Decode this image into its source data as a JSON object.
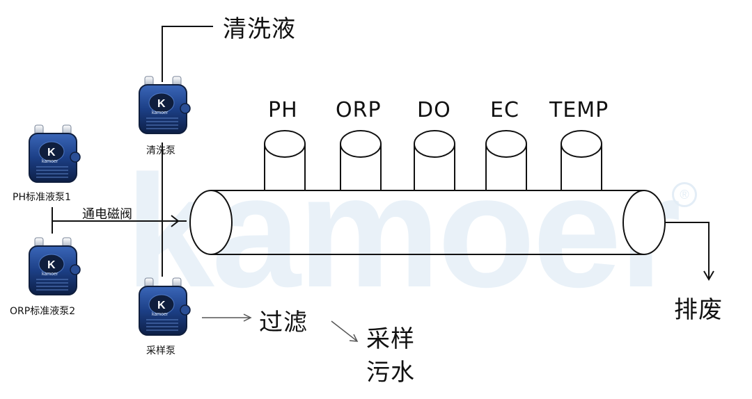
{
  "watermark": {
    "brand": "kamoer",
    "registered": "®"
  },
  "pumps": [
    {
      "id": "clean",
      "label": "清洗泵",
      "logo": "kamoer"
    },
    {
      "id": "ph",
      "label": "PH标准液泵1",
      "logo": "kamoer"
    },
    {
      "id": "orp",
      "label": "ORP标准液泵2",
      "logo": "kamoer"
    },
    {
      "id": "sample",
      "label": "采样泵",
      "logo": "kamoer"
    }
  ],
  "labels": {
    "cleaning_solution": "清洗液",
    "solenoid_valve": "通电磁阀",
    "filter": "过滤",
    "sample": "采样",
    "sewage": "污水",
    "discharge": "排废"
  },
  "sensors": [
    "PH",
    "ORP",
    "DO",
    "EC",
    "TEMP"
  ],
  "colors": {
    "line": "#111111",
    "pump_body": "#1c3f86",
    "pump_dark": "#0f1e3d",
    "watermark": "#e9f1f8"
  }
}
